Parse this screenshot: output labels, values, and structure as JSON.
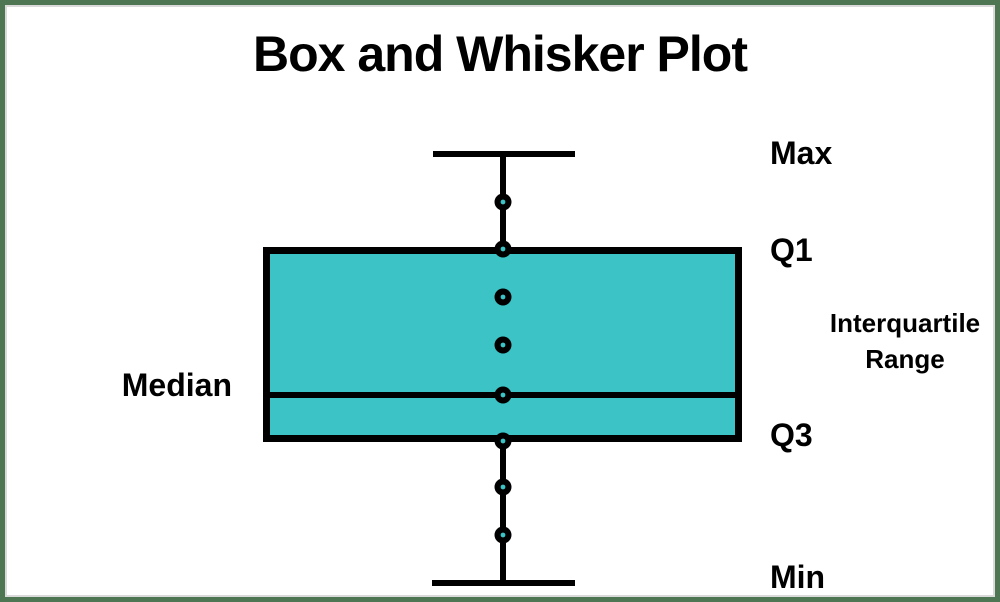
{
  "title": "Box and Whisker Plot",
  "diagram": {
    "type": "box-and-whisker-annotated",
    "orientation": "vertical",
    "box_fill_color": "#3BC3C5",
    "line_color": "#000000",
    "frame_border_color": "#4E7653",
    "data_point_count": 8,
    "annotations": {
      "max": "Max",
      "q1": "Q1",
      "interquartile_line1": "Interquartile",
      "interquartile_line2": "Range",
      "q3": "Q3",
      "min": "Min",
      "median": "Median"
    }
  }
}
